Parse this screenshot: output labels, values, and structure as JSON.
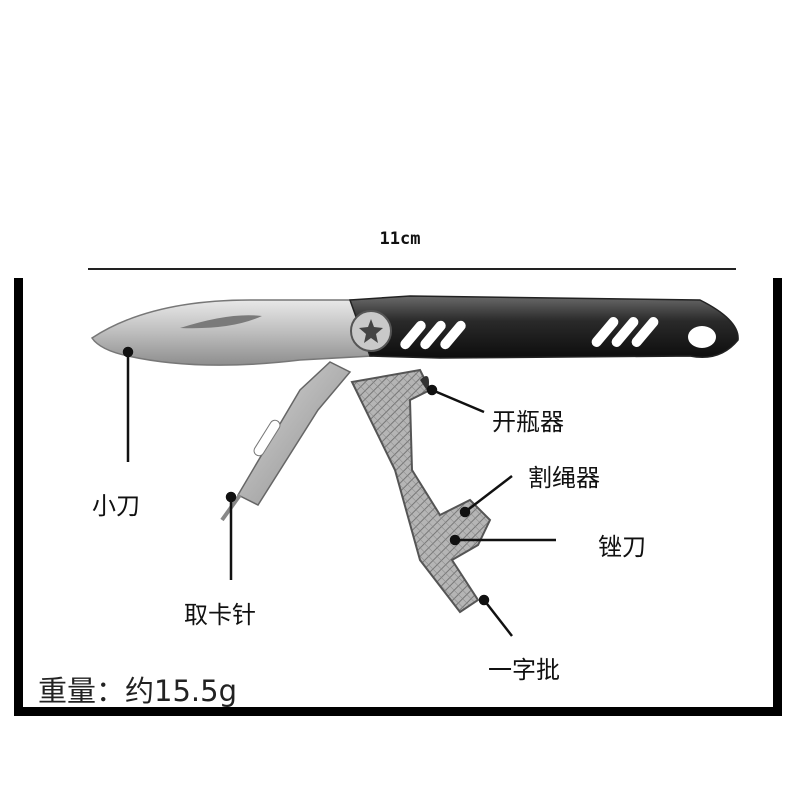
{
  "dimension": {
    "length_label": "11cm"
  },
  "callouts": {
    "knife": "小刀",
    "bottle_opener": "开瓶器",
    "rope_cutter": "割绳器",
    "file": "锉刀",
    "sim_pin": "取卡针",
    "flathead_driver": "一字批"
  },
  "weight": {
    "label": "重量：",
    "value": "约15.5g"
  }
}
